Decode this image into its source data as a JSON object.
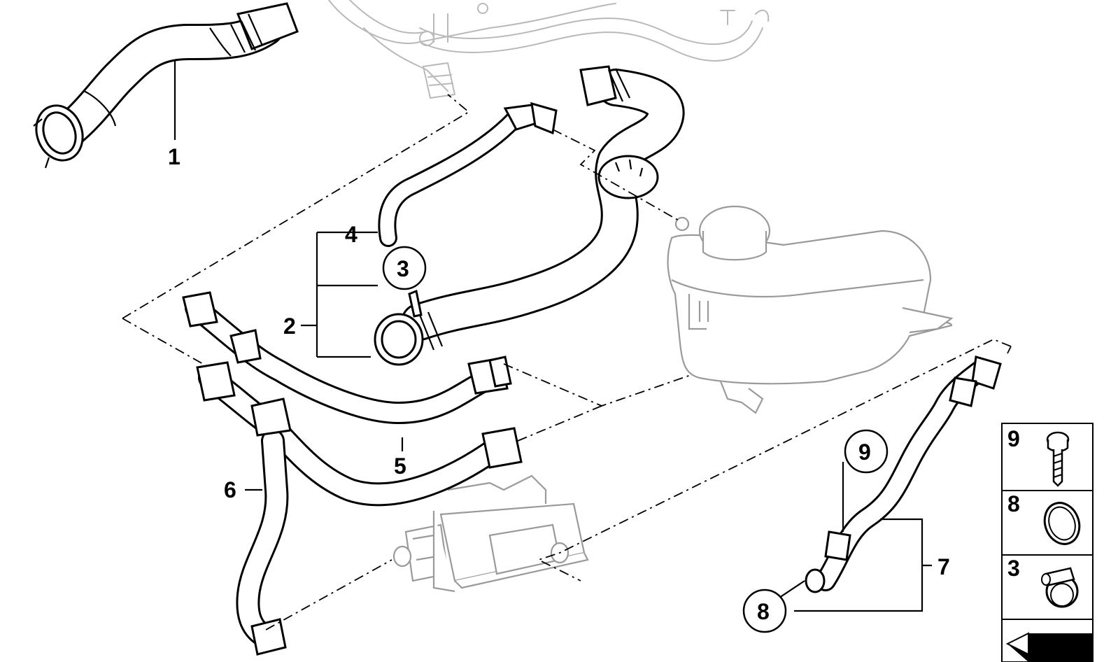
{
  "callouts": {
    "c1": "1",
    "c2": "2",
    "c3": "3",
    "c4": "4",
    "c5": "5",
    "c6": "6",
    "c7": "7",
    "c8": "8",
    "c9": "9"
  },
  "legend": {
    "items": [
      {
        "number": "9",
        "icon": "screw-icon"
      },
      {
        "number": "8",
        "icon": "seal-ring-icon"
      },
      {
        "number": "3",
        "icon": "hose-clamp-icon"
      }
    ]
  }
}
